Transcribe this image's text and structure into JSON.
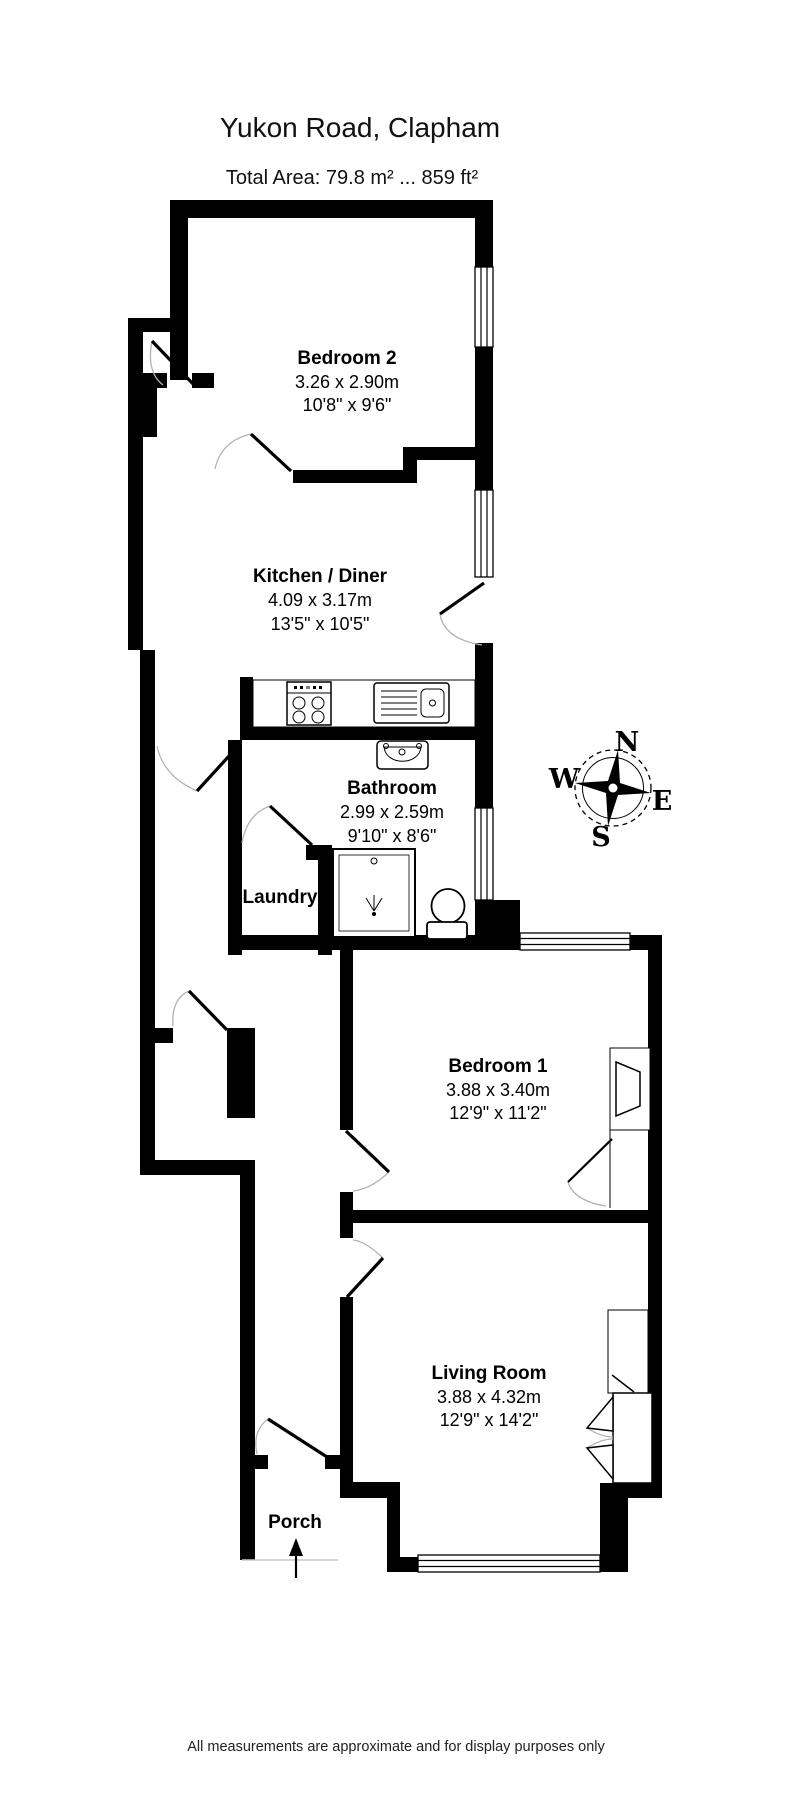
{
  "header": {
    "title": "Yukon Road, Clapham",
    "subtitle": "Total Area: 79.8 m² ... 859 ft²"
  },
  "rooms": {
    "bedroom2": {
      "name": "Bedroom 2",
      "metric": "3.26 x 2.90m",
      "imperial": "10'8\" x 9'6\""
    },
    "kitchen": {
      "name": "Kitchen / Diner",
      "metric": "4.09 x 3.17m",
      "imperial": "13'5\" x 10'5\""
    },
    "bathroom": {
      "name": "Bathroom",
      "metric": "2.99 x 2.59m",
      "imperial": "9'10\" x 8'6\""
    },
    "laundry": {
      "name": "Laundry"
    },
    "bedroom1": {
      "name": "Bedroom 1",
      "metric": "3.88 x 3.40m",
      "imperial": "12'9\" x 11'2\""
    },
    "living": {
      "name": "Living Room",
      "metric": "3.88 x 4.32m",
      "imperial": "12'9\" x 14'2\""
    },
    "porch": {
      "name": "Porch"
    }
  },
  "compass": {
    "n": "N",
    "e": "E",
    "s": "S",
    "w": "W"
  },
  "footer": {
    "disclaimer": "All measurements are approximate and for display purposes only"
  },
  "colors": {
    "wall": "#000000",
    "background": "#ffffff",
    "door_arc": "#b3b3b3"
  }
}
